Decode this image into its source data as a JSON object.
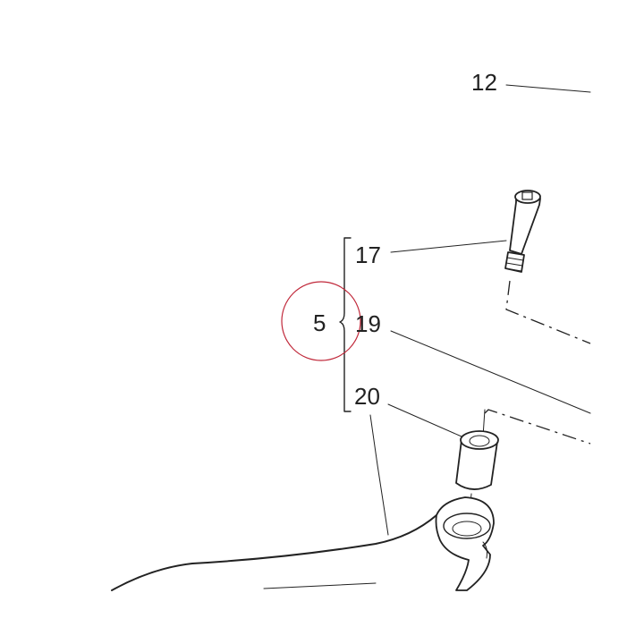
{
  "callouts": {
    "c12": "12",
    "c17": "17",
    "c5": "5",
    "c19": "19",
    "c20": "20"
  },
  "colors": {
    "line": "#222222",
    "highlight_circle": "#c0283a",
    "background": "#ffffff"
  }
}
